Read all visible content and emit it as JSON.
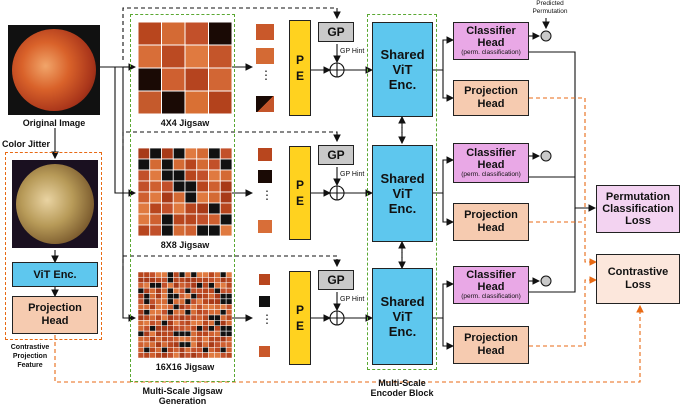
{
  "original_image_label": "Original Image",
  "color_jitter_label": "Color Jitter",
  "left_vit_enc": "ViT Enc.",
  "left_projection_head": [
    "Projection",
    "Head"
  ],
  "contrastive_feature_label": [
    "Contrastive",
    "Projection",
    "Feature"
  ],
  "jigsaw_labels": [
    "4X4 Jigsaw",
    "8X8 Jigsaw",
    "16X16 Jigsaw"
  ],
  "jigsaw_group_label": [
    "Multi-Scale Jigsaw",
    "Generation"
  ],
  "ellipsis": "⋮",
  "pe_letters": [
    "P",
    "E"
  ],
  "gp_label": "GP",
  "gp_hint_label": "GP Hint",
  "shared_vit": [
    "Shared",
    "ViT",
    "Enc."
  ],
  "encoder_block_label": [
    "Multi-Scale",
    "Encoder Block"
  ],
  "classifier_head": [
    "Classifier",
    "Head"
  ],
  "classifier_sub": "(perm. classification)",
  "projection_head": [
    "Projection",
    "Head"
  ],
  "predicted_permutation_label": [
    "Predicted",
    "Permutation"
  ],
  "perm_loss": [
    "Permutation",
    "Classification",
    "Loss"
  ],
  "contrastive_loss": [
    "Contrastive",
    "Loss"
  ],
  "colors": {
    "vit": "#5ec7ee",
    "classifier": "#e9a8e6",
    "projection": "#f6cbb0",
    "pe": "#ffd21f",
    "gp": "#c9c9c9",
    "green_dash": "#5aa832",
    "orange_dash": "#e86a14"
  }
}
